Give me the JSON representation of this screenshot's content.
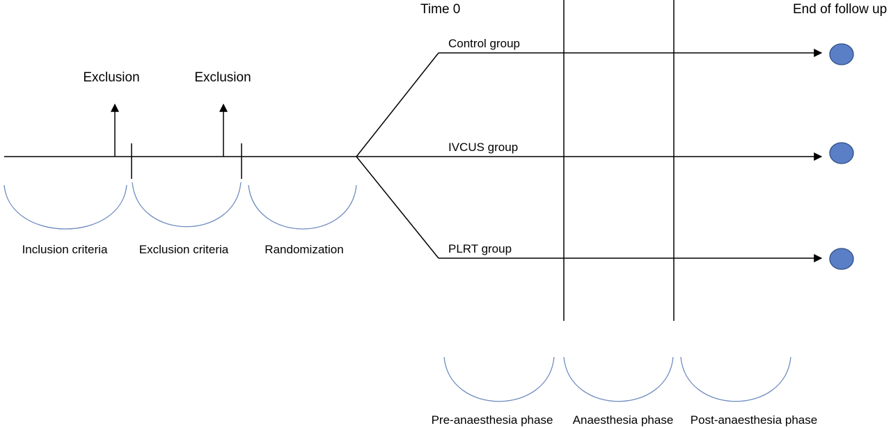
{
  "header": {
    "time_zero": "Time 0",
    "end_follow_up": "End of follow up"
  },
  "exclusions": [
    "Exclusion",
    "Exclusion"
  ],
  "enrolment_phases": [
    "Inclusion criteria",
    "Exclusion criteria",
    "Randomization"
  ],
  "groups": [
    "Control group",
    "IVCUS group",
    "PLRT group"
  ],
  "study_phases": [
    "Pre-anaesthesia phase",
    "Anaesthesia phase",
    "Post-anaesthesia phase"
  ],
  "colors": {
    "line": "#000000",
    "bracket": "#6d8bbf",
    "endpoint_fill": "#5b7fc6",
    "endpoint_stroke": "#2f4f86"
  }
}
